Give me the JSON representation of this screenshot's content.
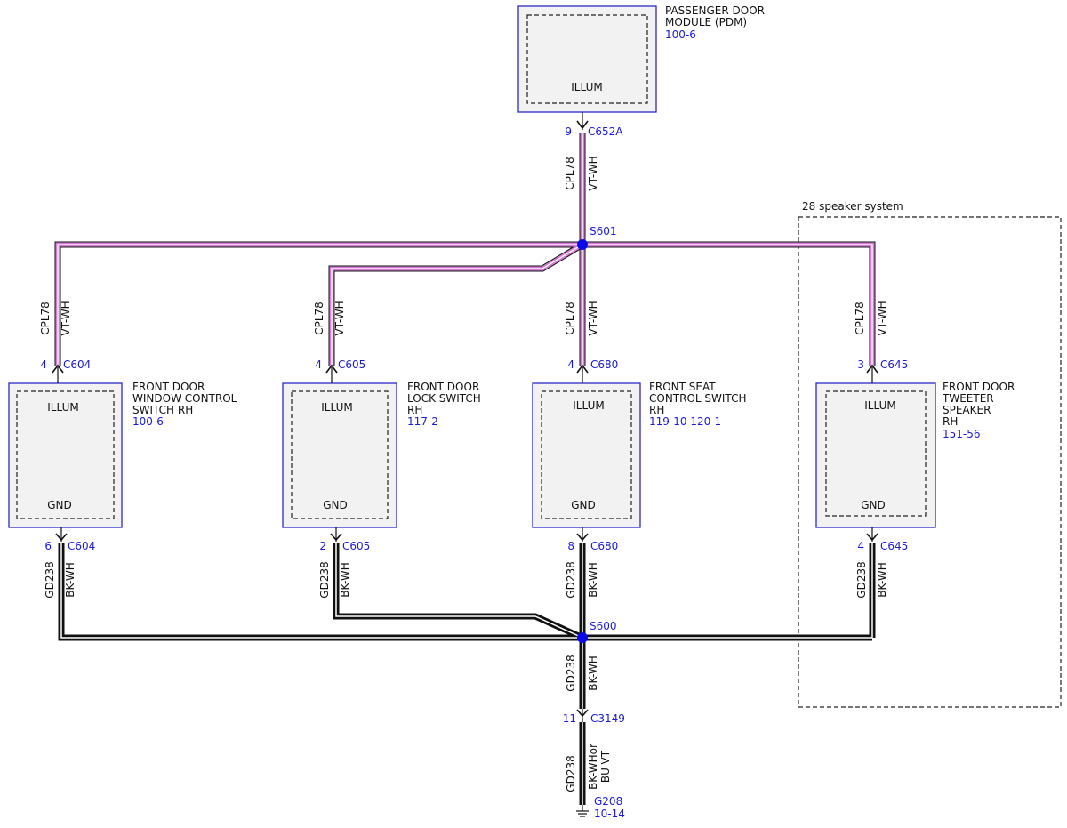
{
  "modules": {
    "pdm": {
      "name_l1": "PASSENGER DOOR",
      "name_l2": "MODULE (PDM)",
      "ref": "100-6",
      "pin_label": "ILLUM"
    },
    "window_sw": {
      "name_l1": "FRONT DOOR",
      "name_l2": "WINDOW CONTROL",
      "name_l3": "SWITCH RH",
      "ref": "100-6",
      "pin_top": "ILLUM",
      "pin_bottom": "GND"
    },
    "lock_sw": {
      "name_l1": "FRONT DOOR",
      "name_l2": "LOCK SWITCH",
      "name_l3": "RH",
      "ref": "117-2",
      "pin_top": "ILLUM",
      "pin_bottom": "GND"
    },
    "seat_sw": {
      "name_l1": "FRONT SEAT",
      "name_l2": "CONTROL SWITCH",
      "name_l3": "RH",
      "ref": "119-10  120-1",
      "pin_top": "ILLUM",
      "pin_bottom": "GND"
    },
    "tweeter": {
      "name_l1": "FRONT DOOR",
      "name_l2": "TWEETER",
      "name_l3": "SPEAKER",
      "name_l4": "RH",
      "ref": "151-56",
      "pin_top": "ILLUM",
      "pin_bottom": "GND"
    }
  },
  "group_label": "28 speaker system",
  "connectors": {
    "pdm": {
      "pin": "9",
      "name": "C652A"
    },
    "window_top": {
      "pin": "4",
      "name": "C604"
    },
    "lock_top": {
      "pin": "4",
      "name": "C605"
    },
    "seat_top": {
      "pin": "4",
      "name": "C680"
    },
    "tweeter_top": {
      "pin": "3",
      "name": "C645"
    },
    "window_bottom": {
      "pin": "6",
      "name": "C604"
    },
    "lock_bottom": {
      "pin": "2",
      "name": "C605"
    },
    "seat_bottom": {
      "pin": "8",
      "name": "C680"
    },
    "tweeter_bottom": {
      "pin": "4",
      "name": "C645"
    },
    "ground_conn": {
      "pin": "11",
      "name": "C3149"
    }
  },
  "splices": {
    "illum": "S601",
    "ground": "S600"
  },
  "ground": {
    "name": "G208",
    "ref": "10-14"
  },
  "wires": {
    "illum_circuit": "CPL78",
    "illum_color": "VT-WH",
    "gnd_circuit": "GD238",
    "gnd_color": "BK-WH",
    "gnd_final_color_l1": "BK-WHor",
    "gnd_final_color_l2": "BU-VT"
  },
  "colors": {
    "module_border": "#2a2ac8",
    "reference_text": "#1a1ad6",
    "illum_wire": "#d67ed6",
    "gnd_wire": "#111111",
    "splice_dot": "#0a0ae6"
  }
}
